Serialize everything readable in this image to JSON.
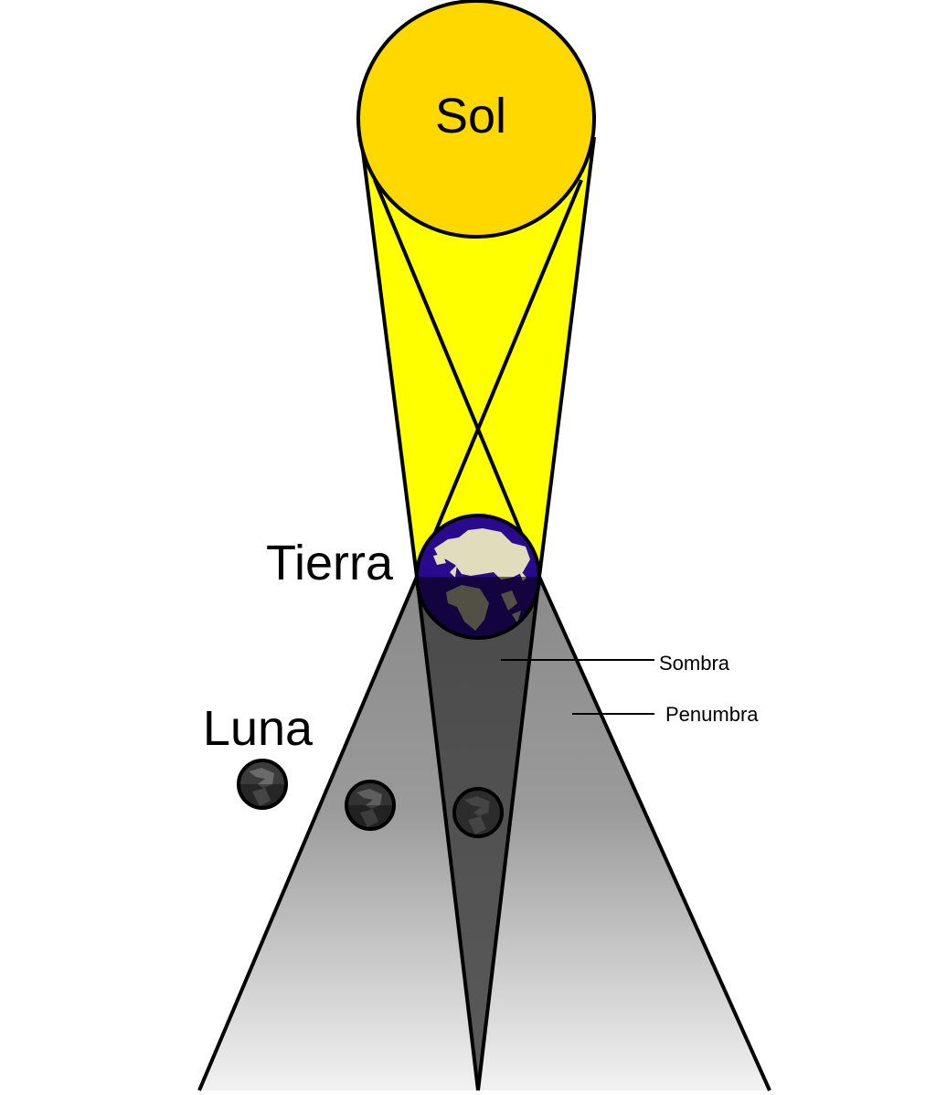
{
  "labels": {
    "sun": "Sol",
    "earth": "Tierra",
    "moon": "Luna",
    "umbra": "Sombra",
    "penumbra": "Penumbra"
  },
  "colors": {
    "sun": "#ffd800",
    "light_beam": "#ffff00",
    "earth_ocean": "#2a0a8c",
    "earth_land": "#e0dcbc",
    "umbra": "#555555",
    "penumbra_top": "#8a8a8a",
    "penumbra_bottom": "#f2f2f2",
    "moon": "#3a3a3a",
    "outline": "#000000"
  }
}
